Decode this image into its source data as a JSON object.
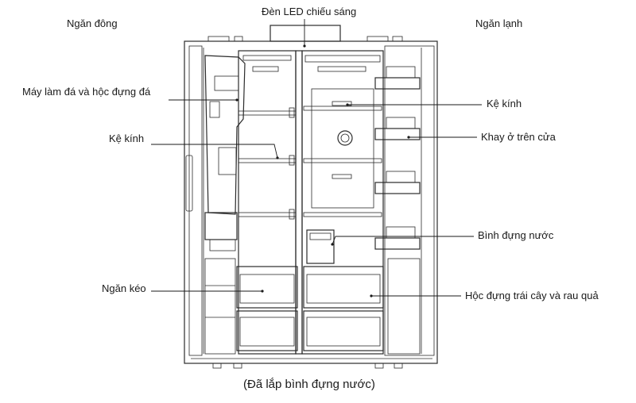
{
  "labels": {
    "freezer": "Ngăn đông",
    "led": "Đèn LED chiếu sáng",
    "fridge": "Ngăn lạnh",
    "ice_maker": "Máy làm đá và hộc đựng đá",
    "glass_shelf_left": "Kệ kính",
    "glass_shelf_right": "Kệ kính",
    "door_tray": "Khay ở trên cửa",
    "water_tank": "Bình đựng nước",
    "drawer": "Ngăn kéo",
    "crisper": "Hộc đựng trái cây và rau quả"
  },
  "caption": "(Đã lắp bình đựng nước)"
}
